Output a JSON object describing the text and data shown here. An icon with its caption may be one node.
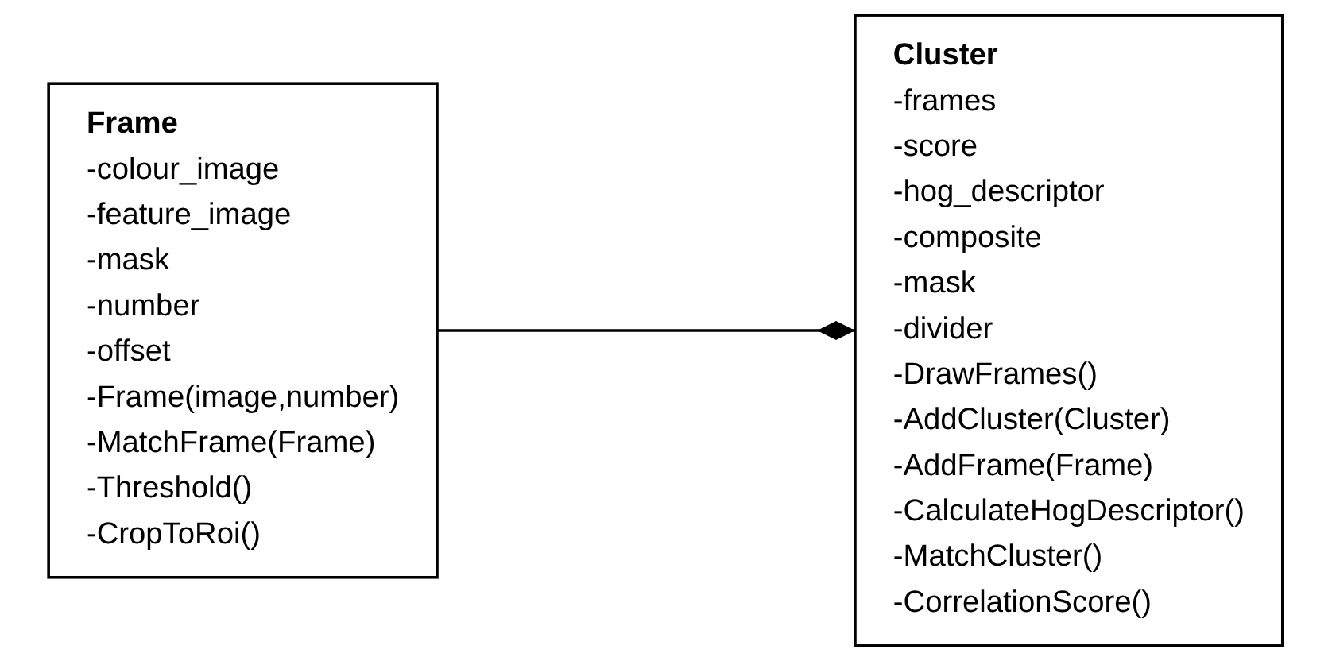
{
  "diagram": {
    "nodes": [
      {
        "text": [
          "Frame",
          "-colour_image",
          "-feature_image",
          "-mask",
          "-number",
          "-offset",
          "-Frame(image,number)",
          "-MatchFrame(Frame)",
          "-Threshold()",
          "-CropToRoi()"
        ]
      },
      {
        "text": [
          "Cluster",
          "-frames",
          "-score",
          "-hog_descriptor",
          "-composite",
          "-mask",
          "-divider",
          "-DrawFrames()",
          "-AddCluster(Cluster)",
          "-AddFrame(Frame)",
          "-CalculateHogDescriptor()",
          "-MatchCluster()",
          "-CorrelationScore()"
        ]
      }
    ],
    "edges": [
      {
        "from": 0,
        "to": 1,
        "arrow": "other"
      }
    ]
  }
}
